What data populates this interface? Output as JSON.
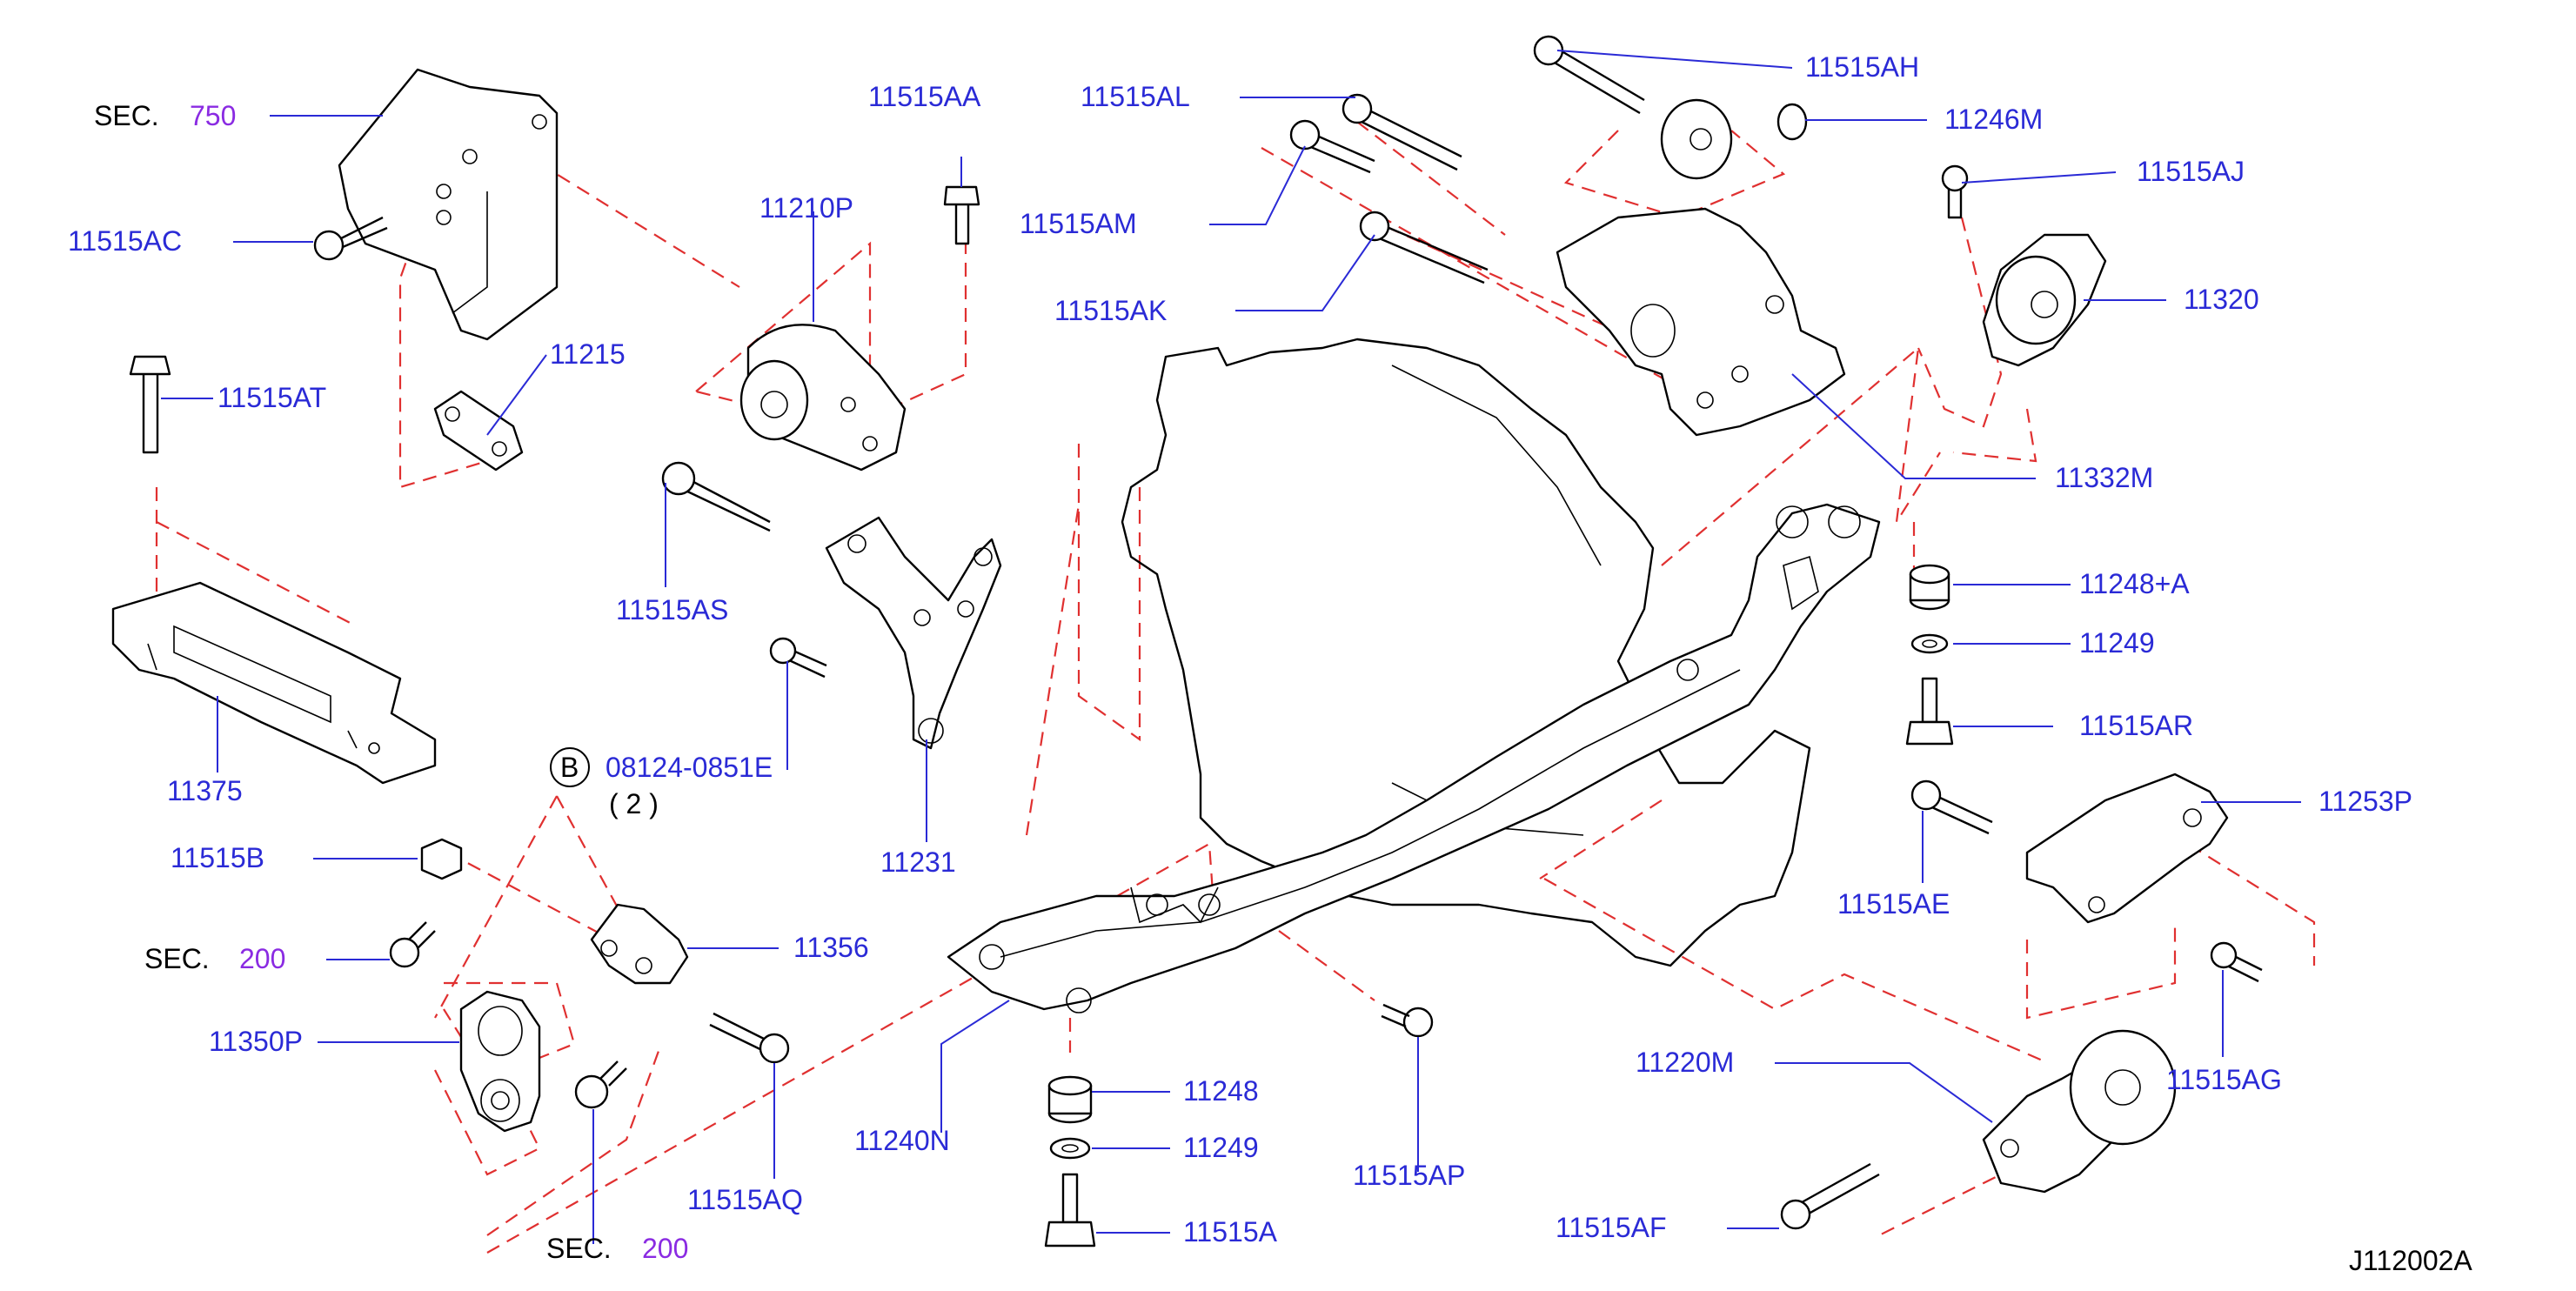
{
  "diagram_code": "J112002A",
  "callouts": {
    "sec750": {
      "prefix": "SEC.",
      "number": "750"
    },
    "c11515AC": "11515AC",
    "c11515AT": "11515AT",
    "c11215": "11215",
    "c11375": "11375",
    "c11210P": "11210P",
    "c11515AA": "11515AA",
    "c11515AS": "11515AS",
    "c11231": "11231",
    "c11515AL": "11515AL",
    "c11515AM": "11515AM",
    "c11515AK": "11515AK",
    "c11515AH": "11515AH",
    "c11246M": "11246M",
    "c11515AJ": "11515AJ",
    "c11320": "11320",
    "c11332M": "11332M",
    "c11248A": "11248+A",
    "c11249a": "11249",
    "c11515AR": "11515AR",
    "c11253P": "11253P",
    "c11515AE": "11515AE",
    "c11515AG": "11515AG",
    "c11220M": "11220M",
    "c11515AF": "11515AF",
    "bolt_b": {
      "badge": "B",
      "part": "08124-0851E",
      "qty": "( 2 )"
    },
    "c11515B": "11515B",
    "sec200a": {
      "prefix": "SEC.",
      "number": "200"
    },
    "c11356": "11356",
    "c11350P": "11350P",
    "c11515AQ": "11515AQ",
    "sec200b": {
      "prefix": "SEC.",
      "number": "200"
    },
    "c11240N": "11240N",
    "c11248": "11248",
    "c11249b": "11249",
    "c11515A": "11515A",
    "c11515AP": "11515AP"
  },
  "colors": {
    "part_number": "#2a2ad6",
    "section_number": "#8a2be2",
    "phantom_line": "#e03030",
    "outline": "#000000"
  }
}
